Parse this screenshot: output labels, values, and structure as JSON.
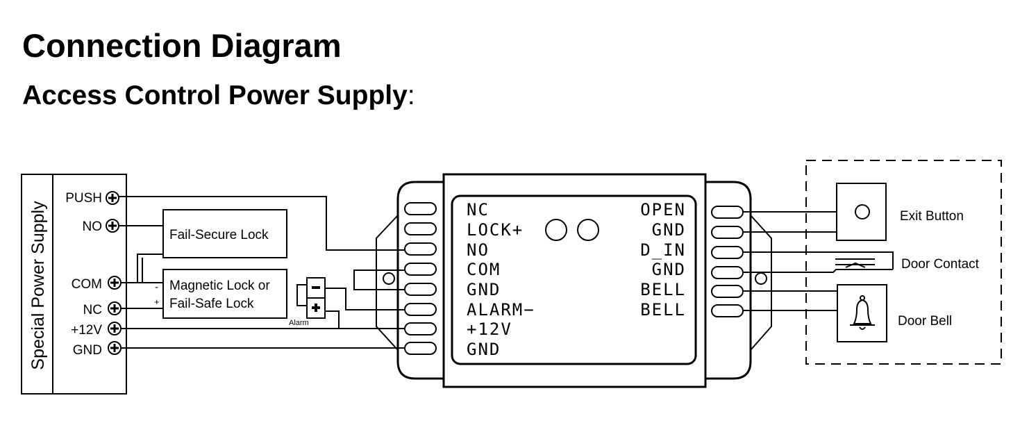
{
  "title": "Connection Diagram",
  "subtitle": "Access Control Power Supply",
  "subtitle_suffix": ":",
  "power_supply": {
    "label": "Special Power Supply",
    "terminals": [
      "PUSH",
      "NO",
      "COM",
      "NC",
      "+12V",
      "GND"
    ]
  },
  "fail_secure_lock": "Fail-Secure Lock",
  "fail_safe_lock": {
    "line1": "Magnetic Lock or",
    "line2": "Fail-Safe Lock"
  },
  "polarity": {
    "minus": "-",
    "plus": "+"
  },
  "alarm": {
    "label": "Alarm",
    "minus": "−",
    "plus": "+"
  },
  "controller": {
    "left_terminals": [
      "NC",
      "LOCK+",
      "NO",
      "COM",
      "GND",
      "ALARM−",
      "+12V",
      "GND"
    ],
    "right_terminals": [
      "OPEN",
      "GND",
      "D_IN",
      "GND",
      "BELL",
      "BELL"
    ]
  },
  "devices": {
    "exit_button": "Exit Button",
    "door_contact": "Door Contact",
    "door_bell": "Door Bell"
  }
}
